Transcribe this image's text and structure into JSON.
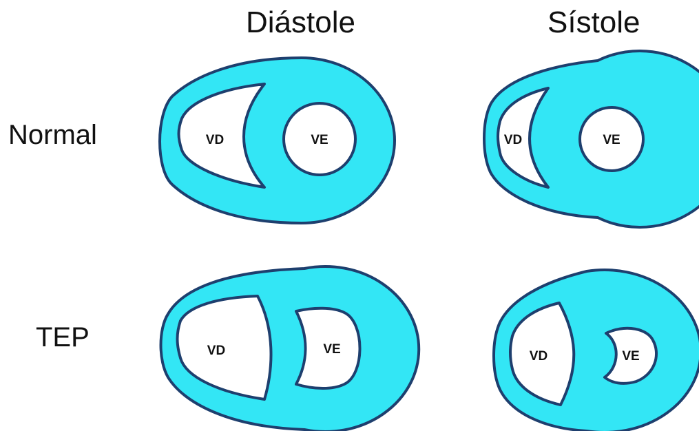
{
  "columns": {
    "diastole": "Diástole",
    "systole": "Sístole"
  },
  "rows": {
    "normal": "Normal",
    "tep": "TEP"
  },
  "cavities": {
    "right_ventricle": "VD",
    "left_ventricle": "VE"
  },
  "colors": {
    "myocardium": "#33e6f5",
    "outline": "#1e3f6e",
    "cavity": "#ffffff"
  }
}
